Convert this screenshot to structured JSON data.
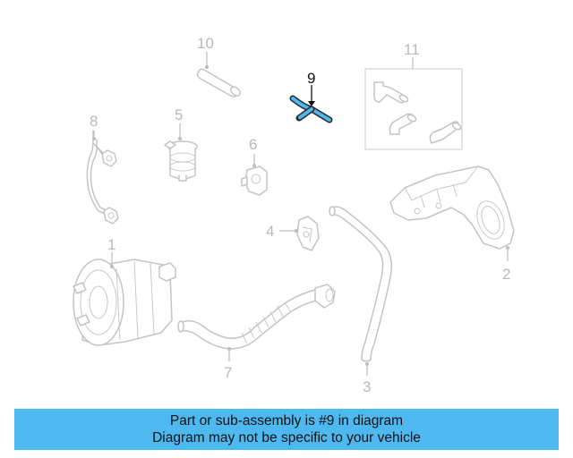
{
  "diagram": {
    "callouts": {
      "c1": "1",
      "c2": "2",
      "c3": "3",
      "c4": "4",
      "c5": "5",
      "c6": "6",
      "c7": "7",
      "c8": "8",
      "c9": "9",
      "c10": "10",
      "c11": "11"
    },
    "highlight_part": "9",
    "colors": {
      "highlight": "#4db9f0",
      "part_stroke": "#c4c4c4",
      "callout_text": "#b9b9b9",
      "banner_background": "#4db9f0"
    }
  },
  "banner": {
    "line1": "Part or sub-assembly is #9 in diagram",
    "line2": "Diagram may not be specific to your vehicle"
  }
}
